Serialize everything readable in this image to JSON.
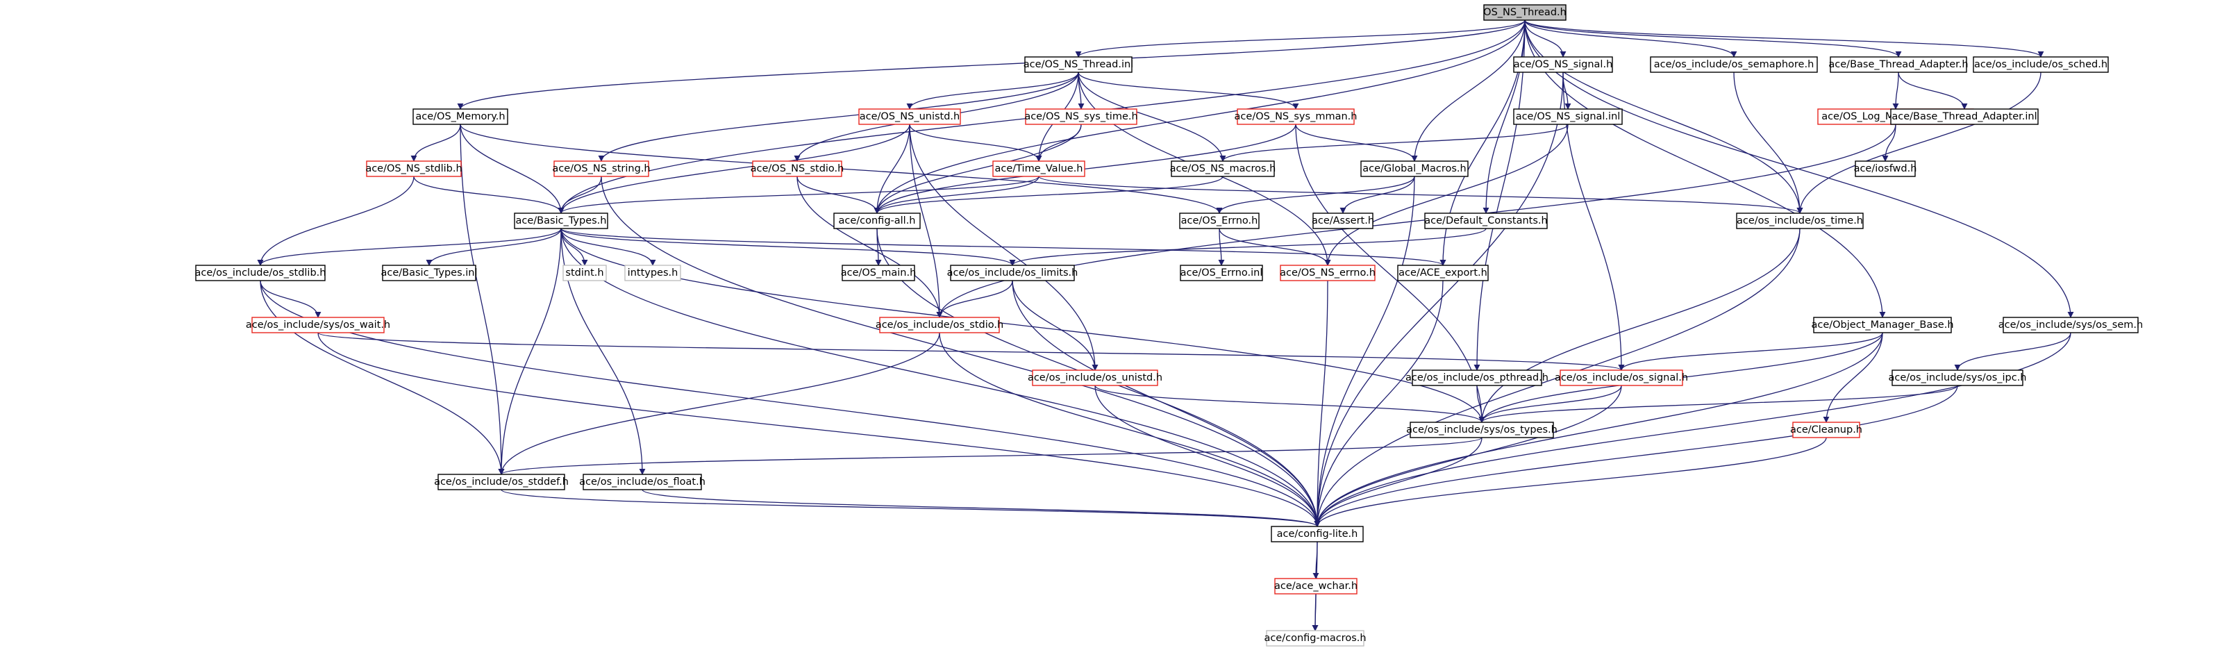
{
  "colors": {
    "edge": "#1f1f6f",
    "box_default": "#000000",
    "box_red": "#e8261e",
    "box_light": "#bfbfbf",
    "box_root_fill": "#bfbfbf",
    "text": "#000000"
  },
  "nodes": [
    {
      "id": "root",
      "label": "OS_NS_Thread.h",
      "style": "root"
    },
    {
      "id": "thread_inl",
      "label": "ace/OS_NS_Thread.inl",
      "style": "default"
    },
    {
      "id": "signal_h",
      "label": "ace/OS_NS_signal.h",
      "style": "default"
    },
    {
      "id": "os_semaphore",
      "label": "ace/os_include/os_semaphore.h",
      "style": "default"
    },
    {
      "id": "base_thread_adapter",
      "label": "ace/Base_Thread_Adapter.h",
      "style": "default"
    },
    {
      "id": "os_sched",
      "label": "ace/os_include/os_sched.h",
      "style": "default"
    },
    {
      "id": "os_memory",
      "label": "ace/OS_Memory.h",
      "style": "default"
    },
    {
      "id": "ns_unistd",
      "label": "ace/OS_NS_unistd.h",
      "style": "red"
    },
    {
      "id": "sys_time",
      "label": "ace/OS_NS_sys_time.h",
      "style": "red"
    },
    {
      "id": "sys_mman",
      "label": "ace/OS_NS_sys_mman.h",
      "style": "red"
    },
    {
      "id": "signal_inl",
      "label": "ace/OS_NS_signal.inl",
      "style": "default"
    },
    {
      "id": "log_msg_attr",
      "label": "ace/OS_Log_Msg_Attributes.h",
      "style": "red"
    },
    {
      "id": "base_thread_adapter_inl",
      "label": "ace/Base_Thread_Adapter.inl",
      "style": "default"
    },
    {
      "id": "ns_stdlib",
      "label": "ace/OS_NS_stdlib.h",
      "style": "red"
    },
    {
      "id": "ns_string",
      "label": "ace/OS_NS_string.h",
      "style": "red"
    },
    {
      "id": "ns_stdio",
      "label": "ace/OS_NS_stdio.h",
      "style": "red"
    },
    {
      "id": "time_value",
      "label": "ace/Time_Value.h",
      "style": "red"
    },
    {
      "id": "ns_macros",
      "label": "ace/OS_NS_macros.h",
      "style": "default"
    },
    {
      "id": "global_macros",
      "label": "ace/Global_Macros.h",
      "style": "default"
    },
    {
      "id": "iosfwd",
      "label": "ace/iosfwd.h",
      "style": "default"
    },
    {
      "id": "basic_types",
      "label": "ace/Basic_Types.h",
      "style": "default"
    },
    {
      "id": "config_all",
      "label": "ace/config-all.h",
      "style": "default"
    },
    {
      "id": "os_errno",
      "label": "ace/OS_Errno.h",
      "style": "default"
    },
    {
      "id": "assert",
      "label": "ace/Assert.h",
      "style": "default"
    },
    {
      "id": "default_constants",
      "label": "ace/Default_Constants.h",
      "style": "default"
    },
    {
      "id": "os_time",
      "label": "ace/os_include/os_time.h",
      "style": "default"
    },
    {
      "id": "os_stdlib",
      "label": "ace/os_include/os_stdlib.h",
      "style": "default"
    },
    {
      "id": "basic_types_inl",
      "label": "ace/Basic_Types.inl",
      "style": "default"
    },
    {
      "id": "stdint",
      "label": "stdint.h",
      "style": "light"
    },
    {
      "id": "inttypes",
      "label": "inttypes.h",
      "style": "light"
    },
    {
      "id": "os_main",
      "label": "ace/OS_main.h",
      "style": "default"
    },
    {
      "id": "os_limits",
      "label": "ace/os_include/os_limits.h",
      "style": "default"
    },
    {
      "id": "os_errno_inl",
      "label": "ace/OS_Errno.inl",
      "style": "default"
    },
    {
      "id": "ns_errno",
      "label": "ace/OS_NS_errno.h",
      "style": "red"
    },
    {
      "id": "ace_export",
      "label": "ace/ACE_export.h",
      "style": "default"
    },
    {
      "id": "os_wait",
      "label": "ace/os_include/sys/os_wait.h",
      "style": "red"
    },
    {
      "id": "os_stdio",
      "label": "ace/os_include/os_stdio.h",
      "style": "red"
    },
    {
      "id": "object_manager_base",
      "label": "ace/Object_Manager_Base.h",
      "style": "default"
    },
    {
      "id": "os_sem",
      "label": "ace/os_include/sys/os_sem.h",
      "style": "default"
    },
    {
      "id": "os_unistd",
      "label": "ace/os_include/os_unistd.h",
      "style": "red"
    },
    {
      "id": "os_pthread",
      "label": "ace/os_include/os_pthread.h",
      "style": "default"
    },
    {
      "id": "os_signal",
      "label": "ace/os_include/os_signal.h",
      "style": "red"
    },
    {
      "id": "os_ipc",
      "label": "ace/os_include/sys/os_ipc.h",
      "style": "default"
    },
    {
      "id": "os_types",
      "label": "ace/os_include/sys/os_types.h",
      "style": "default"
    },
    {
      "id": "cleanup",
      "label": "ace/Cleanup.h",
      "style": "red"
    },
    {
      "id": "os_stddef",
      "label": "ace/os_include/os_stddef.h",
      "style": "default"
    },
    {
      "id": "os_float",
      "label": "ace/os_include/os_float.h",
      "style": "default"
    },
    {
      "id": "config_lite",
      "label": "ace/config-lite.h",
      "style": "default"
    },
    {
      "id": "ace_wchar",
      "label": "ace/ace_wchar.h",
      "style": "red"
    },
    {
      "id": "config_macros",
      "label": "ace/config-macros.h",
      "style": "light"
    }
  ],
  "edges": [
    [
      "root",
      "thread_inl"
    ],
    [
      "root",
      "signal_h"
    ],
    [
      "root",
      "os_semaphore"
    ],
    [
      "root",
      "base_thread_adapter"
    ],
    [
      "root",
      "os_sched"
    ],
    [
      "root",
      "os_memory"
    ],
    [
      "root",
      "basic_types"
    ],
    [
      "root",
      "config_all"
    ],
    [
      "root",
      "global_macros"
    ],
    [
      "root",
      "default_constants"
    ],
    [
      "root",
      "os_time"
    ],
    [
      "root",
      "ace_export"
    ],
    [
      "root",
      "os_pthread"
    ],
    [
      "root",
      "object_manager_base"
    ],
    [
      "root",
      "os_sem"
    ],
    [
      "thread_inl",
      "ns_unistd"
    ],
    [
      "thread_inl",
      "sys_time"
    ],
    [
      "thread_inl",
      "sys_mman"
    ],
    [
      "thread_inl",
      "ns_string"
    ],
    [
      "thread_inl",
      "ns_stdio"
    ],
    [
      "thread_inl",
      "time_value"
    ],
    [
      "thread_inl",
      "ns_macros"
    ],
    [
      "thread_inl",
      "ns_errno"
    ],
    [
      "signal_h",
      "signal_inl"
    ],
    [
      "signal_h",
      "os_signal"
    ],
    [
      "signal_h",
      "config_lite"
    ],
    [
      "os_semaphore",
      "os_time"
    ],
    [
      "base_thread_adapter",
      "log_msg_attr"
    ],
    [
      "base_thread_adapter",
      "base_thread_adapter_inl"
    ],
    [
      "os_sched",
      "os_time"
    ],
    [
      "os_memory",
      "ns_stdlib"
    ],
    [
      "os_memory",
      "basic_types"
    ],
    [
      "os_memory",
      "os_errno"
    ],
    [
      "os_memory",
      "os_stddef"
    ],
    [
      "ns_unistd",
      "time_value"
    ],
    [
      "ns_unistd",
      "config_all"
    ],
    [
      "ns_unistd",
      "os_unistd"
    ],
    [
      "ns_unistd",
      "os_stdio"
    ],
    [
      "ns_unistd",
      "basic_types"
    ],
    [
      "sys_time",
      "time_value"
    ],
    [
      "sys_time",
      "config_all"
    ],
    [
      "sys_mman",
      "global_macros"
    ],
    [
      "sys_mman",
      "config_all"
    ],
    [
      "sys_mman",
      "os_types"
    ],
    [
      "signal_inl",
      "ns_macros"
    ],
    [
      "signal_inl",
      "ns_errno"
    ],
    [
      "log_msg_attr",
      "iosfwd"
    ],
    [
      "log_msg_attr",
      "os_stdio"
    ],
    [
      "ns_stdlib",
      "basic_types"
    ],
    [
      "ns_stdlib",
      "os_stdlib"
    ],
    [
      "ns_string",
      "basic_types"
    ],
    [
      "ns_string",
      "config_lite"
    ],
    [
      "ns_stdio",
      "config_all"
    ],
    [
      "ns_stdio",
      "os_stdio"
    ],
    [
      "time_value",
      "basic_types"
    ],
    [
      "time_value",
      "config_all"
    ],
    [
      "time_value",
      "os_time"
    ],
    [
      "ns_macros",
      "config_all"
    ],
    [
      "global_macros",
      "os_errno"
    ],
    [
      "global_macros",
      "assert"
    ],
    [
      "global_macros",
      "config_lite"
    ],
    [
      "basic_types",
      "os_stdlib"
    ],
    [
      "basic_types",
      "basic_types_inl"
    ],
    [
      "basic_types",
      "stdint"
    ],
    [
      "basic_types",
      "inttypes"
    ],
    [
      "basic_types",
      "os_limits"
    ],
    [
      "basic_types",
      "os_stddef"
    ],
    [
      "basic_types",
      "os_float"
    ],
    [
      "basic_types",
      "os_types"
    ],
    [
      "basic_types",
      "ace_export"
    ],
    [
      "basic_types",
      "config_lite"
    ],
    [
      "config_all",
      "os_main"
    ],
    [
      "config_all",
      "config_lite"
    ],
    [
      "os_errno",
      "os_errno_inl"
    ],
    [
      "os_errno",
      "ns_errno"
    ],
    [
      "default_constants",
      "os_limits"
    ],
    [
      "os_time",
      "os_types"
    ],
    [
      "os_time",
      "config_lite"
    ],
    [
      "os_stdlib",
      "os_wait"
    ],
    [
      "os_stdlib",
      "os_stddef"
    ],
    [
      "os_stdlib",
      "config_lite"
    ],
    [
      "os_limits",
      "os_stdio"
    ],
    [
      "os_limits",
      "os_unistd"
    ],
    [
      "os_limits",
      "config_lite"
    ],
    [
      "ns_errno",
      "config_lite"
    ],
    [
      "ace_export",
      "config_lite"
    ],
    [
      "os_wait",
      "os_signal"
    ],
    [
      "os_wait",
      "config_lite"
    ],
    [
      "os_stdio",
      "os_stddef"
    ],
    [
      "os_stdio",
      "config_lite"
    ],
    [
      "object_manager_base",
      "os_signal"
    ],
    [
      "object_manager_base",
      "cleanup"
    ],
    [
      "object_manager_base",
      "os_types"
    ],
    [
      "object_manager_base",
      "config_lite"
    ],
    [
      "os_sem",
      "os_ipc"
    ],
    [
      "os_sem",
      "config_lite"
    ],
    [
      "os_unistd",
      "os_types"
    ],
    [
      "os_unistd",
      "config_lite"
    ],
    [
      "os_pthread",
      "os_types"
    ],
    [
      "os_signal",
      "os_types"
    ],
    [
      "os_signal",
      "config_lite"
    ],
    [
      "os_ipc",
      "os_types"
    ],
    [
      "os_ipc",
      "config_lite"
    ],
    [
      "os_types",
      "os_stddef"
    ],
    [
      "os_types",
      "config_lite"
    ],
    [
      "cleanup",
      "config_lite"
    ],
    [
      "os_stddef",
      "config_lite"
    ],
    [
      "os_float",
      "config_lite"
    ],
    [
      "config_lite",
      "ace_wchar"
    ],
    [
      "config_lite",
      "config_macros"
    ],
    [
      "ace_wchar",
      "config_macros"
    ]
  ]
}
